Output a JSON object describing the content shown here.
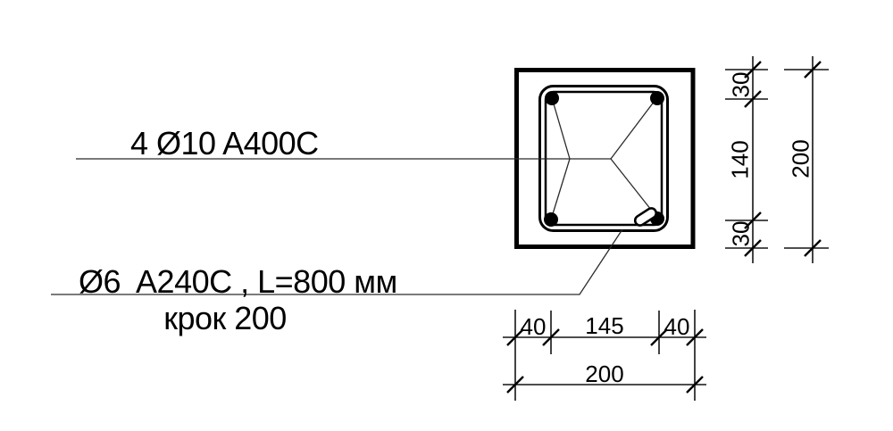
{
  "labels": {
    "main_rebar": "4 Ø10 A400C",
    "stirrup_spec": "Ø6  A240C , L=800 мм",
    "stirrup_spacing": "крок 200"
  },
  "dimensions": {
    "bottom_segments": [
      "40",
      "145",
      "40"
    ],
    "bottom_total": "200",
    "right_segments": [
      "30",
      "140",
      "30"
    ],
    "right_total": "200"
  },
  "colors": {
    "line": "#000000",
    "background": "#ffffff"
  }
}
